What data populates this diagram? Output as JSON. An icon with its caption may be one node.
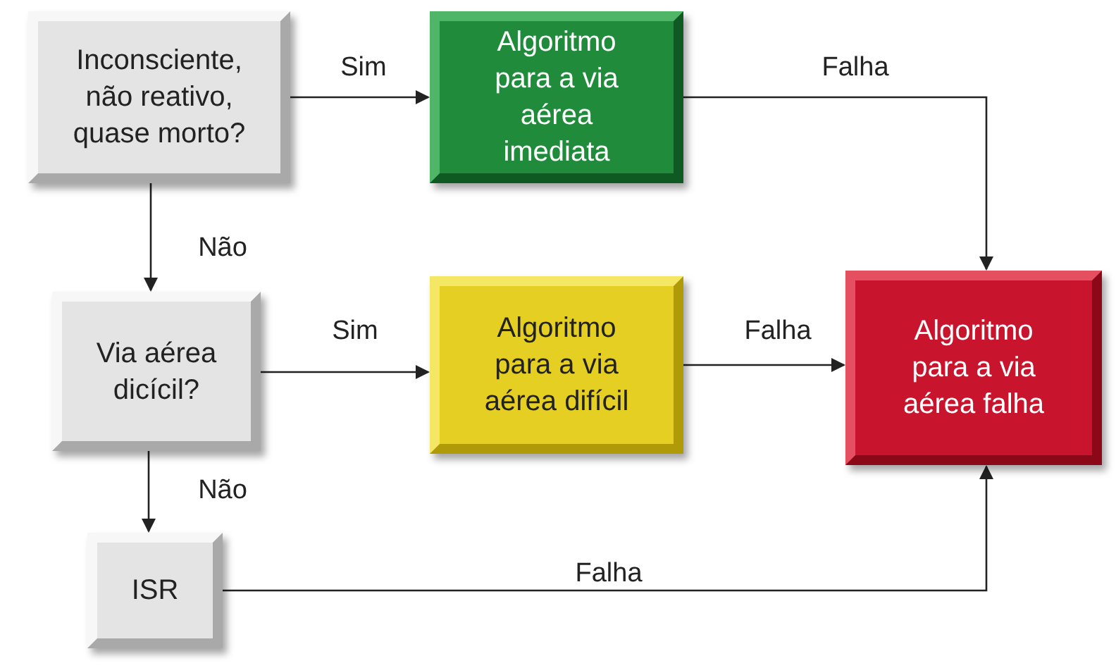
{
  "diagram": {
    "nodes": [
      {
        "text": [
          "Inconsciente, não reativo, quase morto?"
        ]
      },
      {
        "text": [
          "Algoritmo para a via aérea imediata"
        ]
      },
      {
        "text": [
          "Via aérea dicícil?"
        ]
      },
      {
        "text": [
          "Algoritmo para a via aérea difícil"
        ]
      },
      {
        "text": [
          "Algoritmo para a via aérea falha"
        ]
      },
      {
        "text": [
          "ISR"
        ]
      }
    ],
    "edges": [
      {
        "from": 0,
        "to": 1,
        "arrow": "to",
        "label": "Sim"
      },
      {
        "from": 1,
        "to": 4,
        "arrow": "to",
        "label": "Falha"
      },
      {
        "from": 0,
        "to": 2,
        "arrow": "to",
        "label": "Não"
      },
      {
        "from": 2,
        "to": 3,
        "arrow": "to",
        "label": "Sim"
      },
      {
        "from": 3,
        "to": 4,
        "arrow": "to",
        "label": "Falha"
      },
      {
        "from": 2,
        "to": 5,
        "arrow": "to",
        "label": "Não"
      },
      {
        "from": 5,
        "to": 4,
        "arrow": "to",
        "label": "Falha"
      }
    ]
  }
}
